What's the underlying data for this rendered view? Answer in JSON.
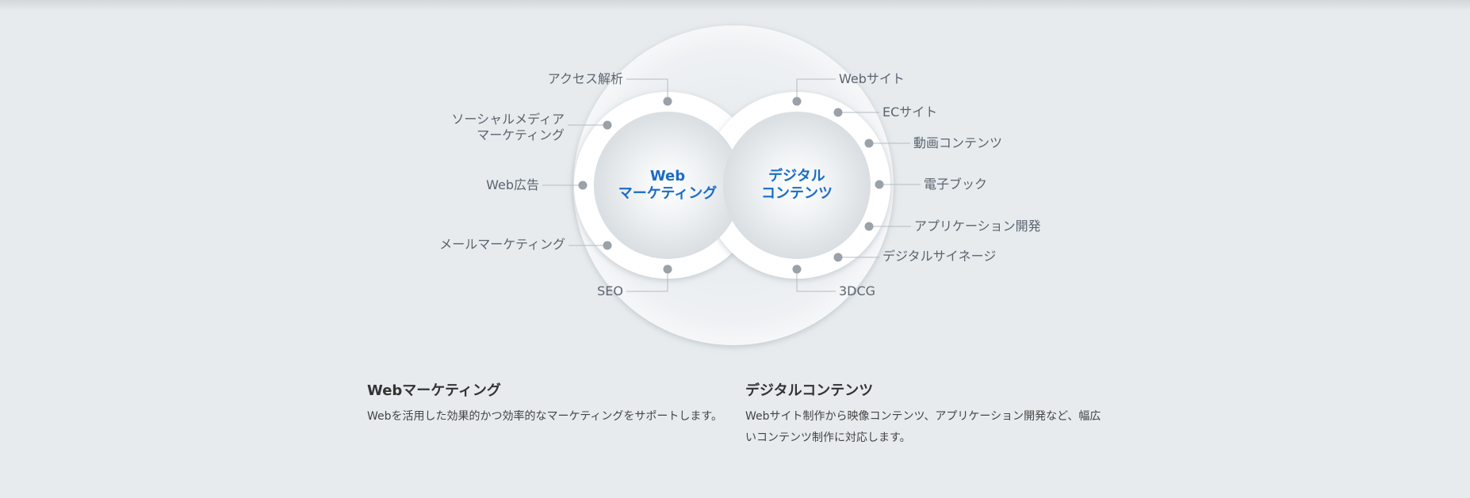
{
  "diagram": {
    "left_circle": {
      "title_line1": "Web",
      "title_line2": "マーケティング",
      "items": [
        "アクセス解析",
        "ソーシャルメディア",
        "マーケティング",
        "Web広告",
        "メールマーケティング",
        "SEO"
      ]
    },
    "right_circle": {
      "title_line1": "デジタル",
      "title_line2": "コンテンツ",
      "items": [
        "Webサイト",
        "ECサイト",
        "動画コンテンツ",
        "電子ブック",
        "アプリケーション開発",
        "デジタルサイネージ",
        "3DCG"
      ]
    },
    "colors": {
      "accent": "#1a6cc7",
      "dot": "#9aa1a8",
      "ring": "#ffffff"
    }
  },
  "descriptions": [
    {
      "title": "Webマーケティング",
      "text": "Webを活用した効果的かつ効率的なマーケティングをサポートします。"
    },
    {
      "title": "デジタルコンテンツ",
      "text": "Webサイト制作から映像コンテンツ、アプリケーション開発など、幅広いコンテンツ制作に対応します。"
    }
  ]
}
